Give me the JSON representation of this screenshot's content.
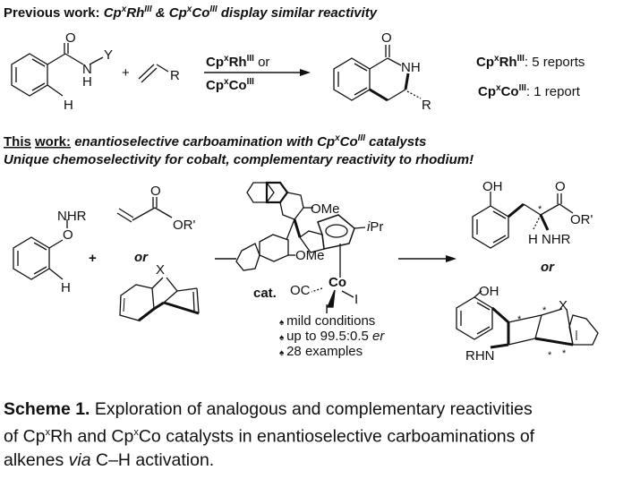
{
  "previous": {
    "label": "Previous work:",
    "cp": "Cp",
    "x": "x",
    "rh": "Rh",
    "iii": "III",
    "amp": " & ",
    "co": "Co",
    "rest": " display similar reactivity"
  },
  "scheme_top": {
    "substrate": {
      "O": "O",
      "Y": "Y",
      "N": "N",
      "H_n": "H",
      "H_ar": "H"
    },
    "plus": "+",
    "alkene_R": "R",
    "cond_line1_cp": "Cp",
    "cond_x": "x",
    "cond_rh": "Rh",
    "cond_iii": "III",
    "cond_or": " or",
    "cond_line2_co": "Co",
    "product": {
      "O": "O",
      "NH": "NH",
      "R": "R"
    },
    "rh_reports": ": 5 reports",
    "co_reports": ": 1 report"
  },
  "this_work": {
    "this": "This",
    "work": "work:",
    "line1": "enantioselective carboamination with Cp",
    "x": "x",
    "co": "Co",
    "iii": "III",
    "catalysts": " catalysts",
    "line2": "Unique chemoselectivity for cobalt, complementary reactivity to rhodium!"
  },
  "scheme_bottom": {
    "aryl": {
      "NHR": "NHR",
      "O": "O",
      "H": "H"
    },
    "plus": "+",
    "acrylate": {
      "O": "O",
      "OR": "OR'"
    },
    "or1": "or",
    "bicycle_X": "X",
    "catalyst": {
      "OMe1": "OMe",
      "OMe2": "OMe",
      "iPr_i": "i",
      "iPr": "Pr",
      "cat": "cat.",
      "OC": "OC",
      "Co": "Co",
      "I1": "I",
      "I2": "I"
    },
    "bullets": [
      "mild conditions",
      "up to 99.5:0.5 ",
      "28 examples"
    ],
    "er": "er",
    "product1": {
      "OH": "OH",
      "O": "O",
      "OR": "OR'",
      "H": "H",
      "NHR": "NHR",
      "star": "*"
    },
    "or2": "or",
    "product2": {
      "OH": "OH",
      "X": "X",
      "RHN": "RHN",
      "star": "*"
    }
  },
  "caption": {
    "label": "Scheme 1.",
    "text1": " Exploration of analogous and complementary reactivities",
    "text2a": "of Cp",
    "x": "x",
    "text2b": "Rh and Cp",
    "text2c": "Co catalysts in enantioselective carboaminations of",
    "text3a": "alkenes ",
    "via": "via",
    "text3b": " C–H activation."
  }
}
